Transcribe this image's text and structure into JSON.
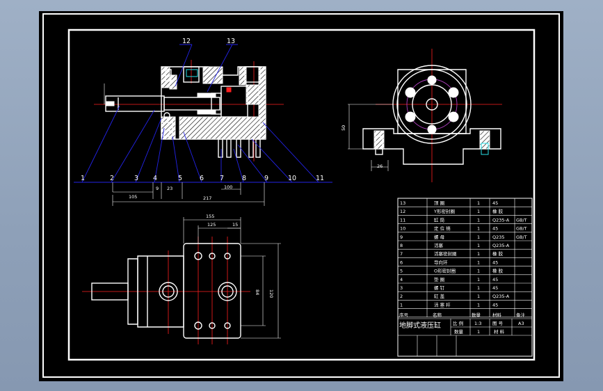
{
  "colors": {
    "background": "#8fa1b9",
    "sheet": "#000000",
    "line": "#ffffff",
    "center": "#ff2020",
    "leader": "#2323e8",
    "accent": "#b040c0",
    "cyan": "#27e0e8"
  },
  "front_view": {
    "balloons": [
      "12",
      "13",
      "1",
      "2",
      "3",
      "4",
      "5",
      "6",
      "7",
      "8",
      "9",
      "10",
      "11"
    ],
    "dims": {
      "d105": "105",
      "d9": "9",
      "d23": "23",
      "d217": "217",
      "d100": "100"
    }
  },
  "side_view": {
    "dims": {
      "d50": "50",
      "d26": "26"
    }
  },
  "top_view": {
    "dims": {
      "d155": "155",
      "d125": "125",
      "d15": "15",
      "d84": "84",
      "d120": "120"
    }
  },
  "bom": {
    "rows": [
      {
        "no": "13",
        "name": "顶 圈",
        "qty": "1",
        "mat": "45",
        "note": ""
      },
      {
        "no": "12",
        "name": "Y形密封圈",
        "qty": "1",
        "mat": "橡 胶",
        "note": ""
      },
      {
        "no": "11",
        "name": "缸 筒",
        "qty": "1",
        "mat": "Q235-A",
        "note": "GB/T"
      },
      {
        "no": "10",
        "name": "定 位 销",
        "qty": "1",
        "mat": "45",
        "note": "GB/T"
      },
      {
        "no": "9",
        "name": "螺 母",
        "qty": "1",
        "mat": "Q235",
        "note": "GB/T"
      },
      {
        "no": "8",
        "name": "活塞",
        "qty": "1",
        "mat": "Q235-A",
        "note": ""
      },
      {
        "no": "7",
        "name": "活塞密封圈",
        "qty": "1",
        "mat": "橡 胶",
        "note": ""
      },
      {
        "no": "6",
        "name": "导向环",
        "qty": "1",
        "mat": "45",
        "note": ""
      },
      {
        "no": "5",
        "name": "O形密封圈",
        "qty": "1",
        "mat": "橡 胶",
        "note": ""
      },
      {
        "no": "4",
        "name": "垫 圈",
        "qty": "1",
        "mat": "45",
        "note": ""
      },
      {
        "no": "3",
        "name": "螺 钉",
        "qty": "1",
        "mat": "45",
        "note": ""
      },
      {
        "no": "2",
        "name": "缸 盖",
        "qty": "1",
        "mat": "Q235-A",
        "note": ""
      },
      {
        "no": "1",
        "name": "活 塞 杆",
        "qty": "1",
        "mat": "45",
        "note": ""
      }
    ],
    "header": {
      "no": "序号",
      "name": "名称",
      "qty": "数量",
      "mat": "材料",
      "note": "备注"
    },
    "title": "地脚式液压缸",
    "scale_label": "比 例",
    "scale": "1:3",
    "drawing_no_label": "图 号",
    "sheet": "A3",
    "qty_label": "数量",
    "qty": "1",
    "material_label": "材 料"
  }
}
